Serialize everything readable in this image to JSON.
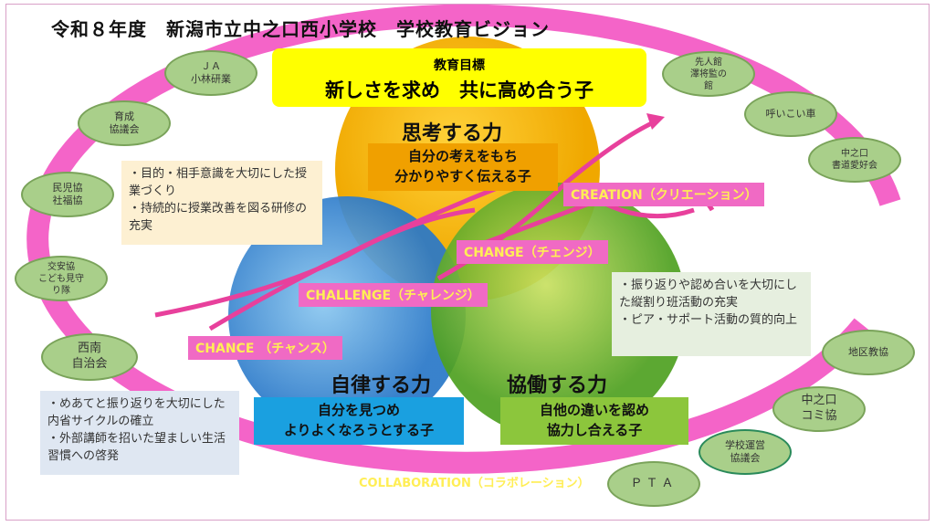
{
  "title": "令和８年度　新潟市立中之口西小学校　学校教育ビジョン",
  "goal": {
    "label": "教育目標",
    "text": "新しさを求め　共に高め合う子"
  },
  "pillars": [
    {
      "heading": "思考する力",
      "desc": "自分の考えをもち\n分かりやすく伝える子"
    },
    {
      "heading": "自律する力",
      "desc": "自分を見つめ\nよりよくなろうとする子"
    },
    {
      "heading": "協働する力",
      "desc": "自他の違いを認め\n協力し合える子"
    }
  ],
  "tags": {
    "creation": "CREATION（クリエーション）",
    "change": "CHANGE（チェンジ）",
    "challenge": "CHALLENGE（チャレンジ）",
    "chance": "CHANCE （チャンス）",
    "collaboration": "COLLABORATION（コラボレーション）"
  },
  "notes": [
    "・目的・相手意識を大切にした授業づくり\n・持続的に授業改善を図る研修の充実",
    "・振り返りや認め合いを大切にした縦割り班活動の充実\n・ピア・サポート活動の質的向上",
    "・めあてと振り返りを大切にした内省サイクルの確立\n・外部講師を招いた望ましい生活習慣への啓発"
  ],
  "partners": [
    "ＪＡ\n小林研業",
    "育成\n協議会",
    "民児協\n社福協",
    "交安協\nこども見守\nり隊",
    "西南\n自治会",
    "先人館\n澤将監の\n館",
    "呼いこい車",
    "中之口\n書道愛好会",
    "地区教協",
    "中之口\nコミ協",
    "学校運営\n協議会",
    "ＰＴＡ"
  ],
  "colors": {
    "ring": "#f464c8",
    "yellow": "#f5b800",
    "blue": "#3a8fd8",
    "green": "#78bb30"
  }
}
